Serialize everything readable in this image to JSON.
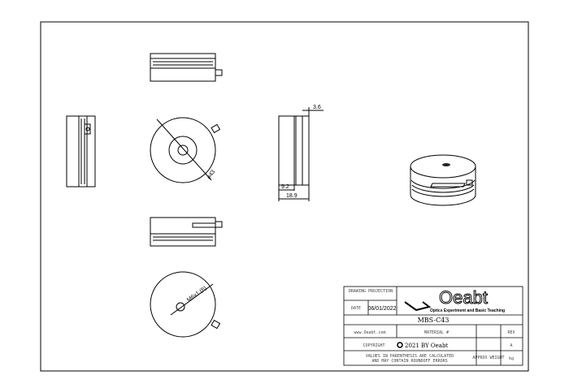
{
  "dimensions": {
    "width_small": "3.6",
    "offset": "9.2",
    "thickness": "18.9",
    "diameter": "ø43",
    "thread": "M6x1 (6)"
  },
  "title_block": {
    "drawing_projection": "DRAWING PROJECTION",
    "date_label": "DATE",
    "date_value": "06/01/2022",
    "logo_text": "Oeabt",
    "logo_tagline": "Optics Experiment and Basic Teaching",
    "part_number": "MBS-C43",
    "website": "www.Oeabt.com",
    "material_label": "MATERIAL #",
    "rev_label": "REV",
    "rev_value": "A",
    "copyright_label": "COPYRIGHT",
    "copyright_text": "2021 BY Oeabt",
    "note_line1": "VALUES IN PARENTHESIS ARE CALCULATED",
    "note_line2": "AND MAY CONTAIN ROUNDOFF ERRORS",
    "weight_label": "APPROX WEIGHT",
    "weight_unit": "kg"
  }
}
